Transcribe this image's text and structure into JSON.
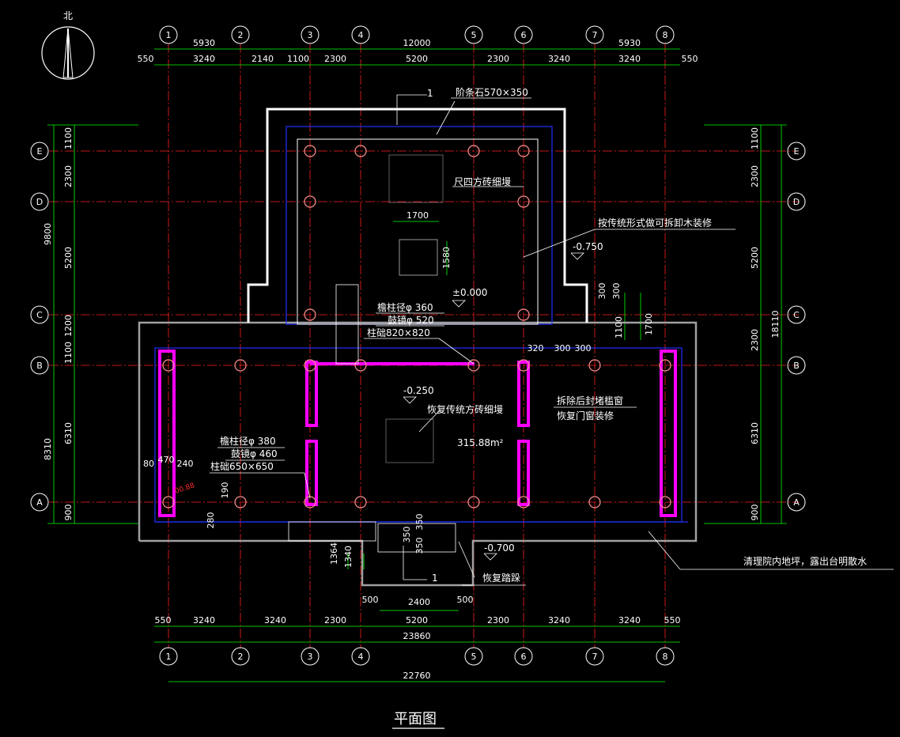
{
  "north_label": "北",
  "grid_numbers": [
    "1",
    "2",
    "3",
    "4",
    "5",
    "6",
    "7",
    "8"
  ],
  "grid_letters": [
    "E",
    "D",
    "C",
    "B",
    "A"
  ],
  "top_dims": {
    "row1": [
      "5930",
      "12000",
      "5930"
    ],
    "row2": [
      "550",
      "3240",
      "2140",
      "1100",
      "2300",
      "5200",
      "2300",
      "3240",
      "3240",
      "550"
    ]
  },
  "bottom_dims": {
    "row1": [
      "550",
      "3240",
      "3240",
      "2300",
      "5200",
      "2300",
      "3240",
      "3240",
      "550"
    ],
    "total1": "23860",
    "total2": "22760"
  },
  "left_dims": {
    "inner": [
      "1100",
      "2300",
      "5200",
      "1200",
      "1100",
      "6310",
      "900"
    ],
    "outer": [
      "9800",
      "8310"
    ]
  },
  "right_dims": {
    "inner": [
      "1100",
      "2300",
      "5200",
      "2300",
      "6310",
      "900"
    ],
    "outer": "18110"
  },
  "stair_dims": [
    "1364",
    "1340",
    "350",
    "350",
    "350",
    "500",
    "2400",
    "500",
    "190",
    "280"
  ],
  "side_dims": [
    "80",
    "470",
    "240"
  ],
  "porch_dims": [
    "300",
    "300",
    "1100",
    "1700",
    "320",
    "300",
    "300"
  ],
  "tile_dims": [
    "1700",
    "1580"
  ],
  "labels": {
    "step_stone": "阶条石570×350",
    "section_mark_top": "1",
    "section_mark_bottom": "1",
    "tile_top": "尺四方砖细墁",
    "wood_finish": "按传统形式做可拆卸木装修",
    "elev_top": "-0.750",
    "elev_zero": "±0.000",
    "col_top_1": "檐柱径φ 360",
    "col_top_2": "鼓镜φ 520",
    "col_top_3": "柱础820×820",
    "elev_hall": "-0.250",
    "tile_hall": "恢复传统方砖细墁",
    "area": "315.88m²",
    "window_1": "拆除后封堵槛窗",
    "window_2": "恢复门窗装修",
    "col_bot_1": "檐柱径φ 380",
    "col_bot_2": "鼓镜φ 460",
    "col_bot_3": "柱础650×650",
    "red_note": "00.88",
    "elev_step": "-0.700",
    "restore_step": "恢复踏跺",
    "yard_note": "清理院内地坪，露出台明散水",
    "title": "平面图"
  },
  "colors": {
    "background": "#000000",
    "dimension": "#00ff00",
    "wall": "#ff00ff",
    "outline": "#ffffff",
    "inner_line": "#2030ff",
    "grid_line": "#ff2020",
    "platform": "#a0a0a0"
  }
}
